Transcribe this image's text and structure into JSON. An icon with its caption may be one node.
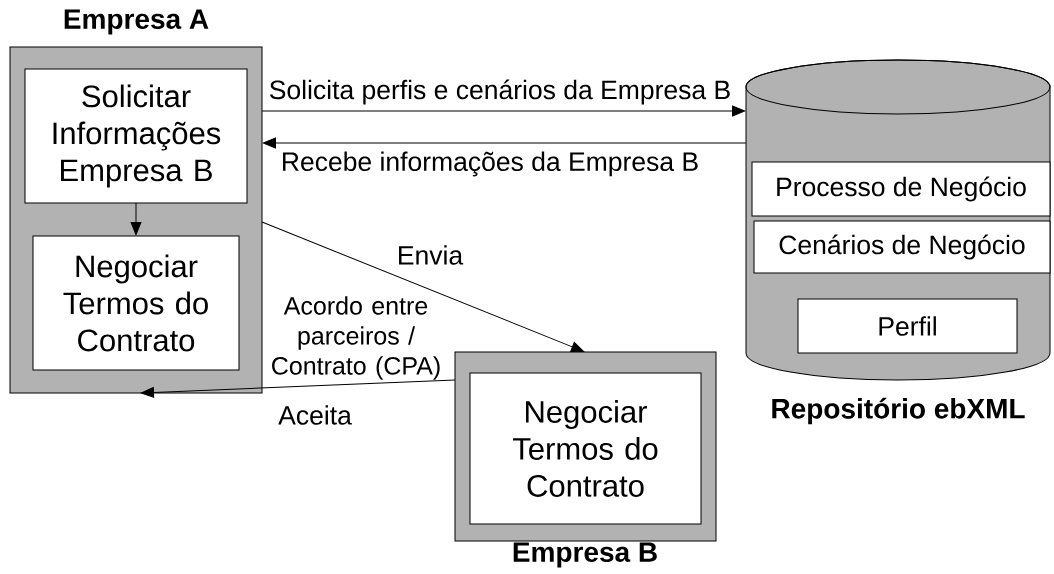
{
  "diagram": {
    "nodes": [
      {
        "text": [
          "Empresa A"
        ]
      },
      {
        "text": [
          "Solicitar Informações Empresa B"
        ],
        "in": 0
      },
      {
        "text": [
          "Negociar Termos do Contrato"
        ],
        "in": 0
      },
      {
        "text": [
          "Empresa B"
        ]
      },
      {
        "text": [
          "Negociar Termos do Contrato"
        ],
        "in": 3
      },
      {
        "text": [
          "Repositório ebXML"
        ]
      },
      {
        "text": [
          "Processo de Negócio"
        ],
        "in": 5
      },
      {
        "text": [
          "Cenários de Negócio"
        ],
        "in": 5
      },
      {
        "text": [
          "Perfil"
        ],
        "in": 5
      }
    ],
    "edges": [
      {
        "from": 0,
        "to": 5,
        "arrow": "to",
        "label": "Solicita perfis e cenários da Empresa B"
      },
      {
        "from": 5,
        "to": 0,
        "arrow": "to",
        "label": "Recebe informações da Empresa B"
      },
      {
        "from": 1,
        "to": 2,
        "arrow": "to"
      },
      {
        "from": 0,
        "to": 3,
        "arrow": "to",
        "label": "Envia"
      },
      {
        "from": 3,
        "to": 0,
        "arrow": "to",
        "label": "Aceita"
      }
    ],
    "labels": [
      "Acordo entre parceiros / Contrato (CPA)"
    ]
  }
}
